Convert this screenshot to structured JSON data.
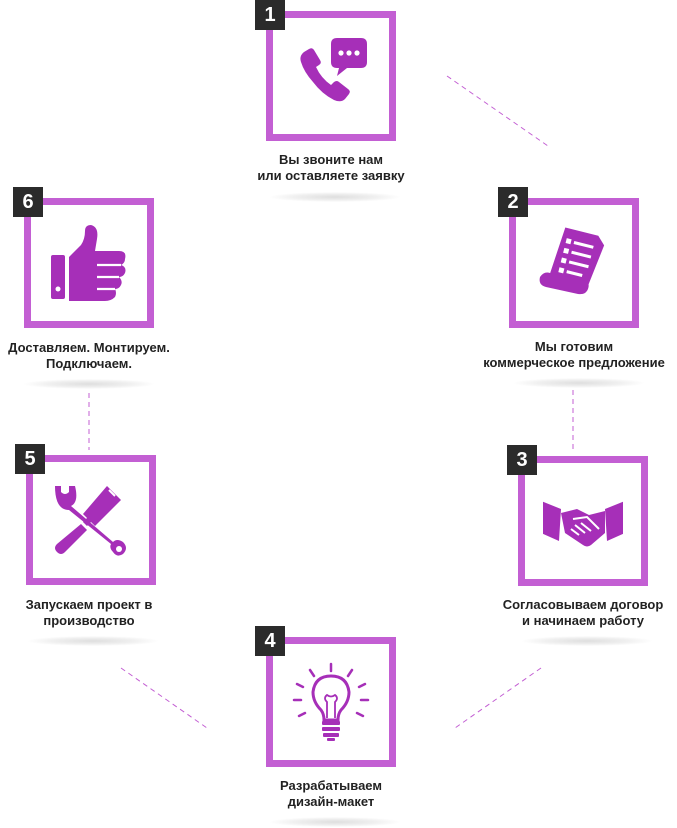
{
  "accent_color": "#c35fd3",
  "icon_color": "#a62fb8",
  "badge_color": "#2b2b2b",
  "steps": [
    {
      "number": "1",
      "line1": "Вы звоните нам",
      "line2": "или оставляете заявку",
      "icon": "phone-chat-icon"
    },
    {
      "number": "2",
      "line1": "Мы готовим",
      "line2": "коммерческое предложение",
      "icon": "document-list-icon"
    },
    {
      "number": "3",
      "line1": "Согласовываем договор",
      "line2": "и начинаем работу",
      "icon": "handshake-icon"
    },
    {
      "number": "4",
      "line1": "Разрабатываем",
      "line2": "дизайн-макет",
      "icon": "lightbulb-icon"
    },
    {
      "number": "5",
      "line1": "Запускаем проект в",
      "line2": "производство",
      "icon": "wrench-screwdriver-icon"
    },
    {
      "number": "6",
      "line1": "Доставляем. Монтируем.",
      "line2": "Подключаем.",
      "icon": "thumbs-up-icon"
    }
  ]
}
